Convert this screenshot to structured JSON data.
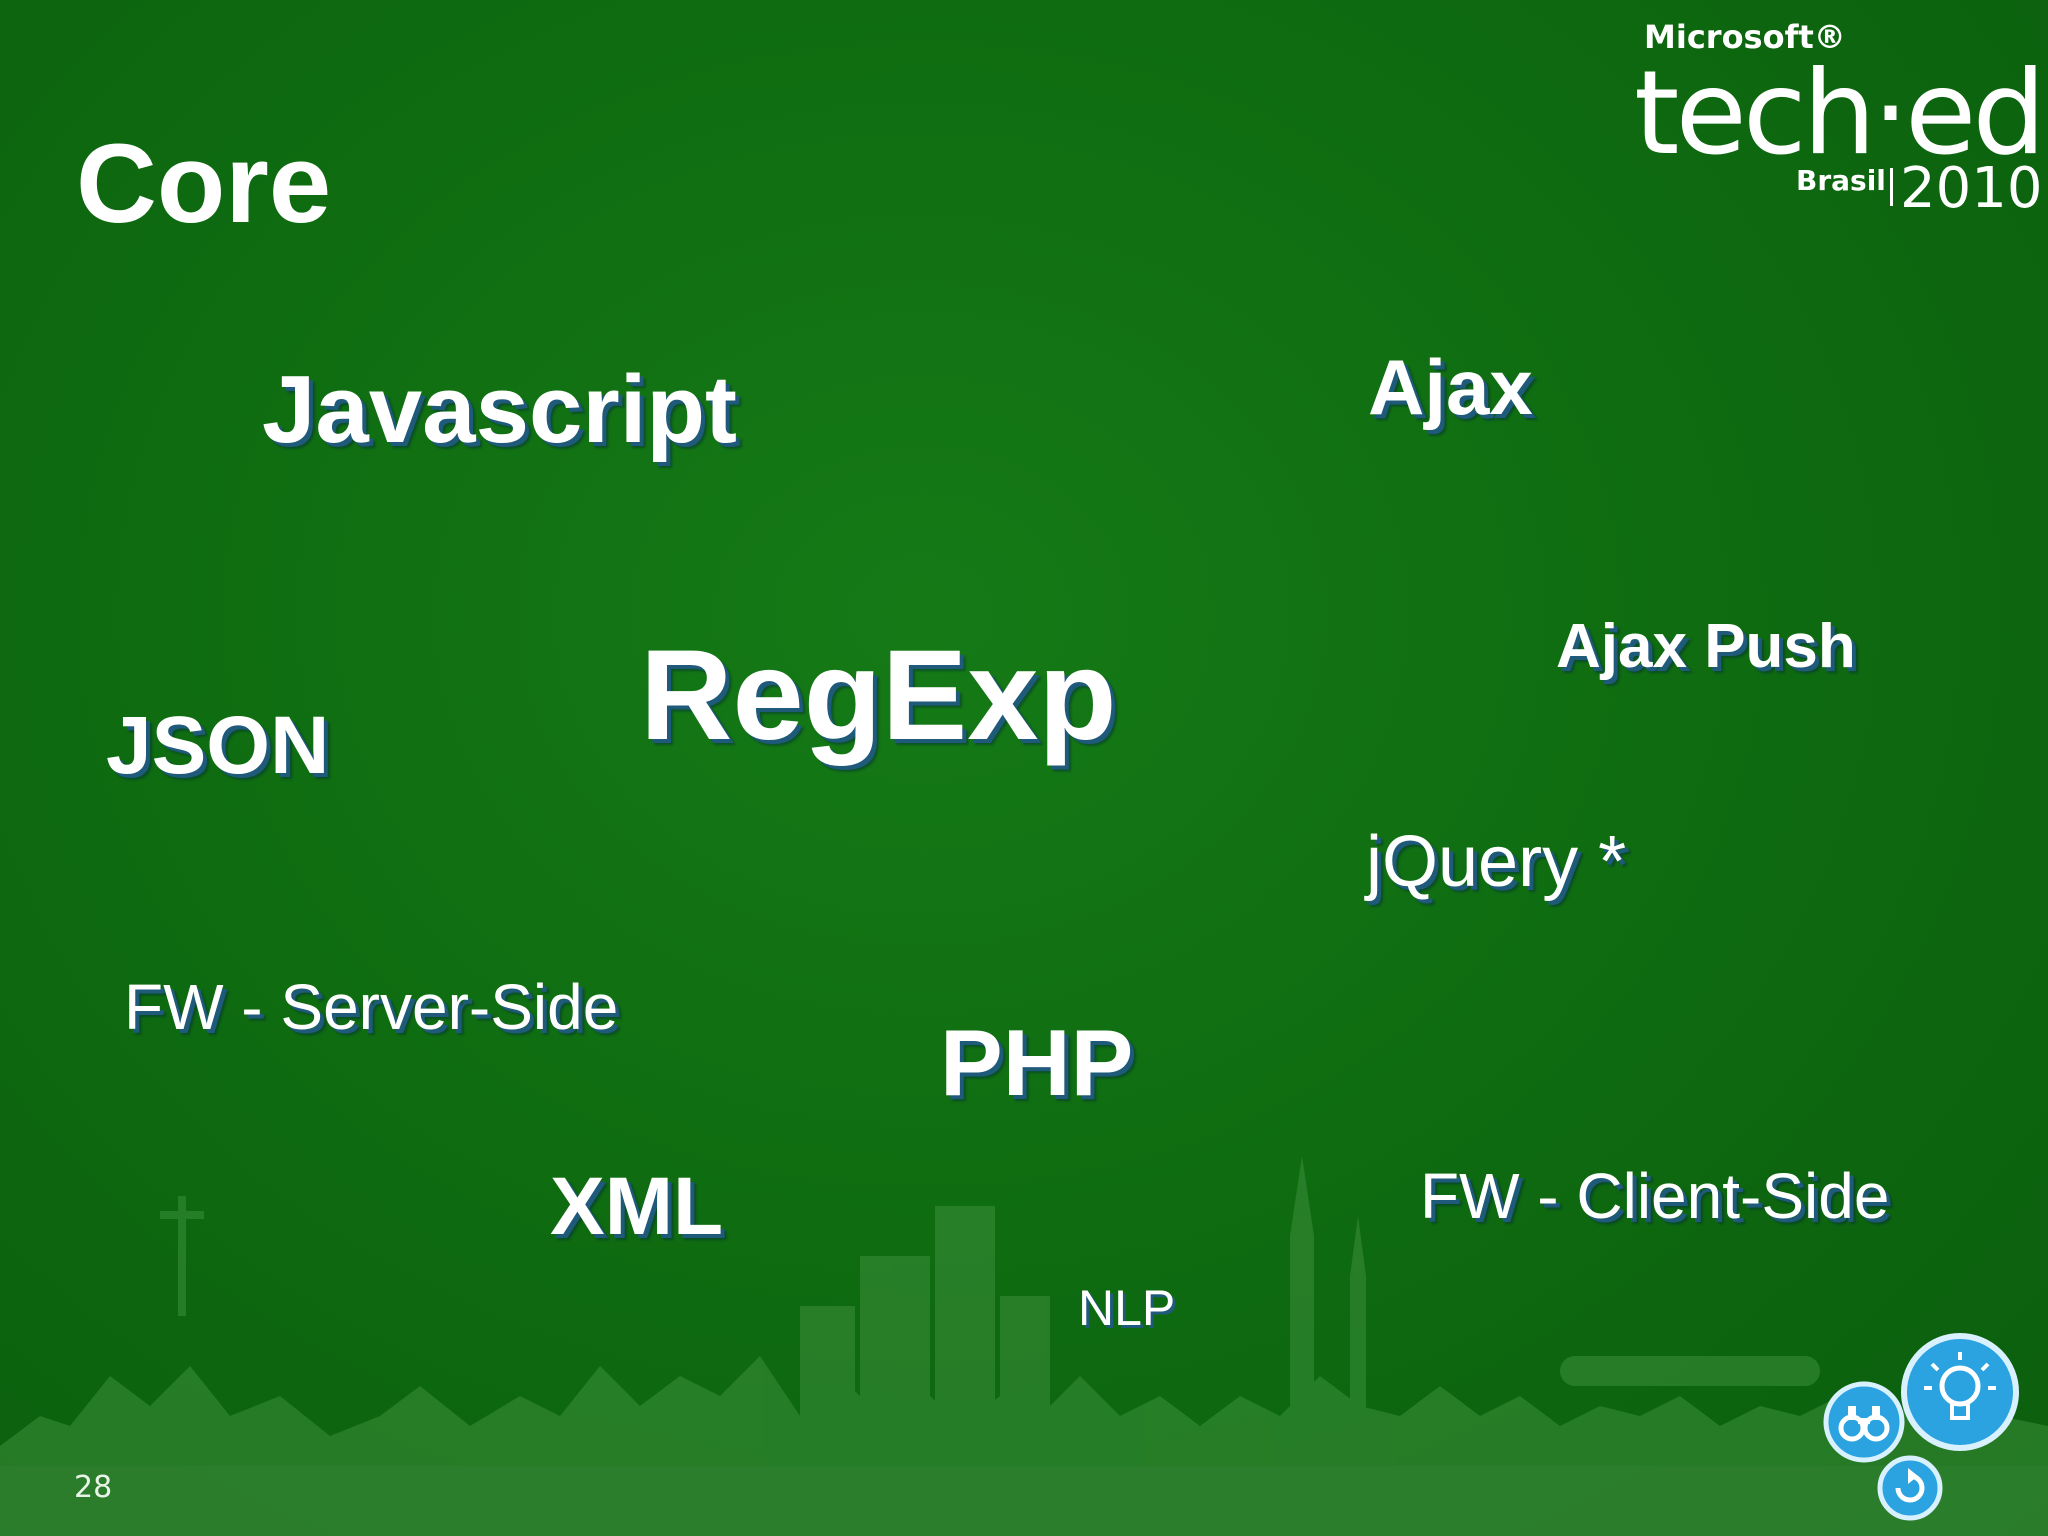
{
  "slide": {
    "title": "Core",
    "page_number": "28",
    "words": {
      "javascript": "Javascript",
      "ajax": "Ajax",
      "regexp": "RegExp",
      "ajax_push": "Ajax Push",
      "json": "JSON",
      "jquery": "jQuery *",
      "fw_server": "FW - Server-Side",
      "php": "PHP",
      "xml": "XML",
      "fw_client": "FW - Client-Side",
      "nlp": "NLP"
    }
  },
  "logo": {
    "brand": "Microsoft®",
    "product": "tech·ed",
    "region": "Brasil",
    "year": "2010"
  },
  "colors": {
    "background": "#0e6a10",
    "text": "#ffffff",
    "shadow": "#1f5a7a",
    "icon_blue": "#2aa3e0"
  },
  "icons": [
    "binoculars-icon",
    "lightbulb-icon",
    "refresh-icon"
  ]
}
